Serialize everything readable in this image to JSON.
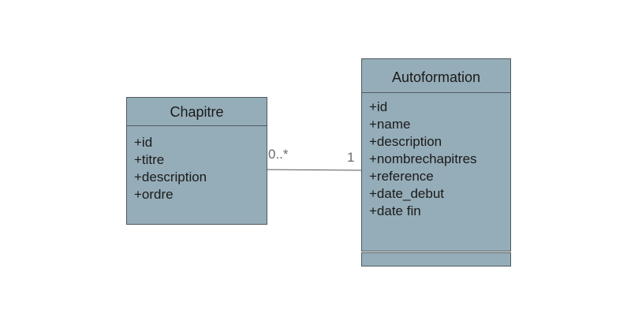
{
  "diagram": {
    "classes": [
      {
        "name": "Chapitre",
        "attributes": [
          "+id",
          "+titre",
          "+description",
          "+ordre"
        ]
      },
      {
        "name": "Autoformation",
        "attributes": [
          "+id",
          "+name",
          "+description",
          "+nombrechapitres",
          "+reference",
          "+date_debut",
          "+date fin"
        ]
      }
    ],
    "association": {
      "from": "Chapitre",
      "to": "Autoformation",
      "from_multiplicity": "0..*",
      "to_multiplicity": "1",
      "line_color": "#555555"
    },
    "colors": {
      "class_fill": "#95adb8",
      "class_border": "#4f5a60"
    }
  }
}
